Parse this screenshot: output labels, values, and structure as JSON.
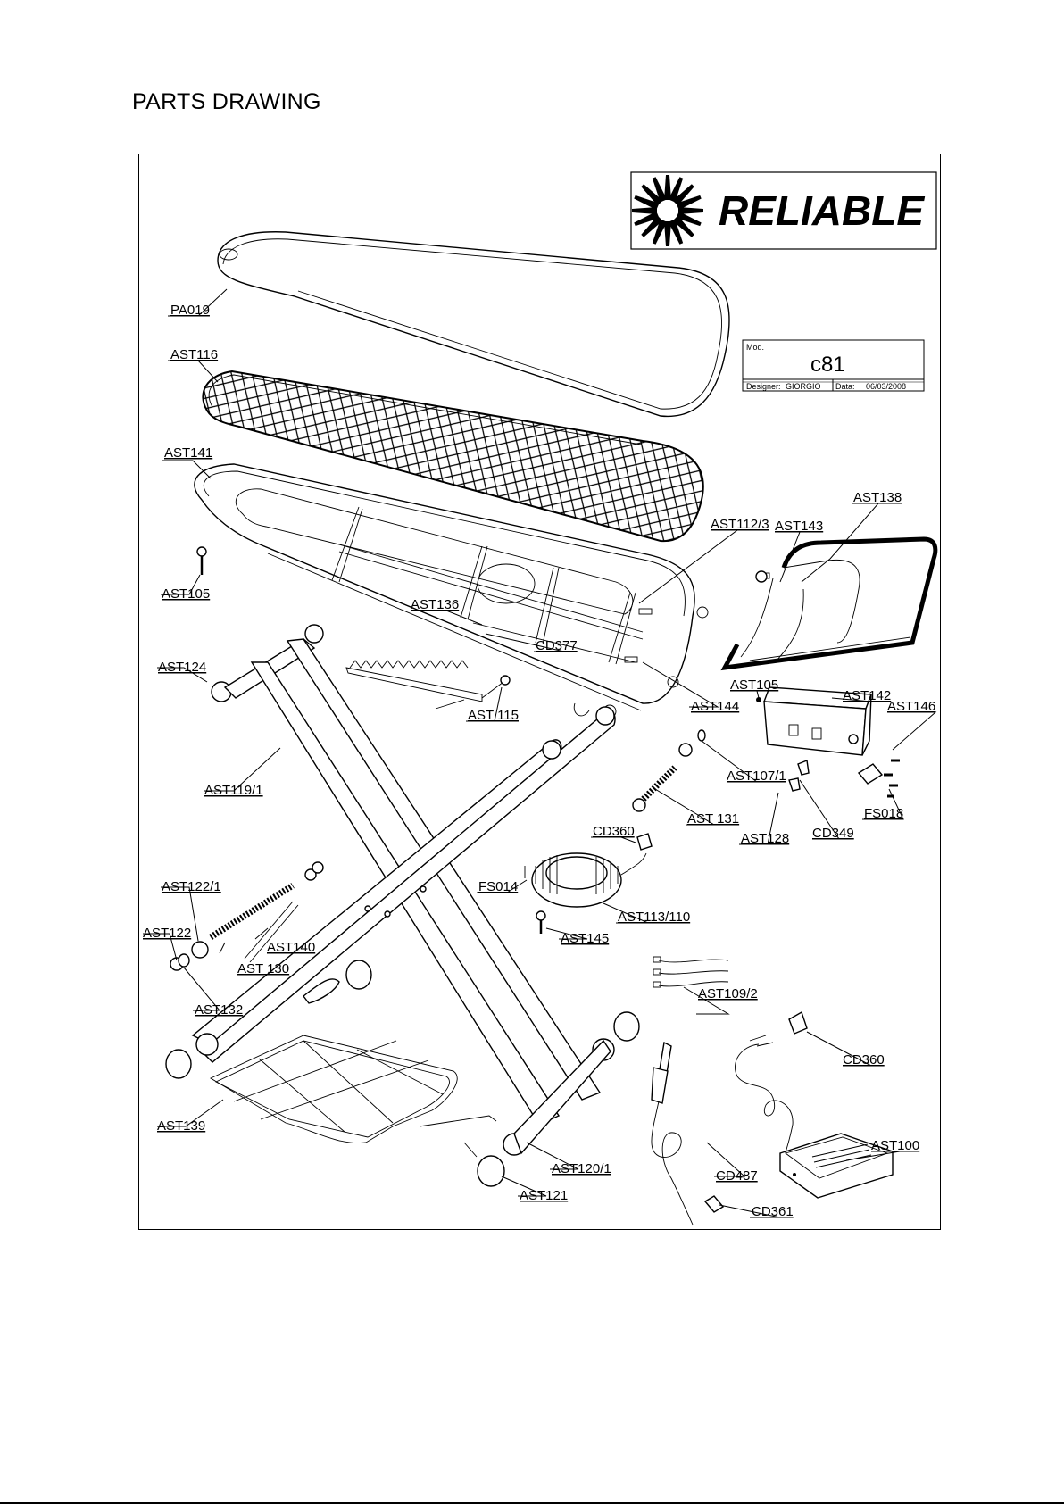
{
  "page": {
    "title": "PARTS DRAWING"
  },
  "brand": {
    "name": "RELIABLE"
  },
  "title_block": {
    "mod_label": "Mod.",
    "model": "c81",
    "designer_label": "Designer:",
    "designer": "GIORGIO",
    "date_label": "Data:",
    "date": "06/03/2008"
  },
  "parts": [
    {
      "id": "PA019"
    },
    {
      "id": "AST116"
    },
    {
      "id": "AST141"
    },
    {
      "id": "AST105"
    },
    {
      "id": "AST124"
    },
    {
      "id": "AST119/1"
    },
    {
      "id": "AST122/1"
    },
    {
      "id": "AST122"
    },
    {
      "id": "AST 130"
    },
    {
      "id": "AST140"
    },
    {
      "id": "AST132"
    },
    {
      "id": "AST139"
    },
    {
      "id": "AST120/1"
    },
    {
      "id": "AST121"
    },
    {
      "id": "AST136"
    },
    {
      "id": "CD377"
    },
    {
      "id": "AST 115"
    },
    {
      "id": "AST112/3"
    },
    {
      "id": "AST143"
    },
    {
      "id": "AST138"
    },
    {
      "id": "AST144"
    },
    {
      "id": "AST105"
    },
    {
      "id": "AST142"
    },
    {
      "id": "AST146"
    },
    {
      "id": "AST107/1"
    },
    {
      "id": "AST 131"
    },
    {
      "id": "AST128"
    },
    {
      "id": "CD349"
    },
    {
      "id": "FS018"
    },
    {
      "id": "CD360"
    },
    {
      "id": "FS014"
    },
    {
      "id": "AST113/110"
    },
    {
      "id": "AST145"
    },
    {
      "id": "AST109/2"
    },
    {
      "id": "CD360"
    },
    {
      "id": "AST100"
    },
    {
      "id": "CD487"
    },
    {
      "id": "CD361"
    }
  ]
}
